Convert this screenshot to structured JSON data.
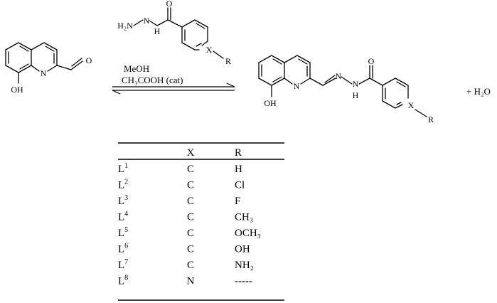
{
  "scheme": {
    "atoms": {
      "N": "N",
      "O": "O",
      "OH": "OH",
      "H": "H",
      "H2N": "H₂N",
      "X": "X",
      "R": "R"
    },
    "conditions": {
      "line1": "MeOH",
      "line2": "CH₃COOH (cat)"
    },
    "byproduct": "+ H₂O"
  },
  "table": {
    "headers": [
      "",
      "X",
      "R"
    ],
    "rows": [
      {
        "label": "L",
        "sup": "1",
        "x": "C",
        "r": "H"
      },
      {
        "label": "L",
        "sup": "2",
        "x": "C",
        "r": "Cl"
      },
      {
        "label": "L",
        "sup": "3",
        "x": "C",
        "r": "F"
      },
      {
        "label": "L",
        "sup": "4",
        "x": "C",
        "r": "CH₃"
      },
      {
        "label": "L",
        "sup": "5",
        "x": "C",
        "r": "OCH₃"
      },
      {
        "label": "L",
        "sup": "6",
        "x": "C",
        "r": "OH"
      },
      {
        "label": "L",
        "sup": "7",
        "x": "C",
        "r": "NH₂"
      },
      {
        "label": "L",
        "sup": "8",
        "x": "N",
        "r": "-----"
      }
    ]
  }
}
